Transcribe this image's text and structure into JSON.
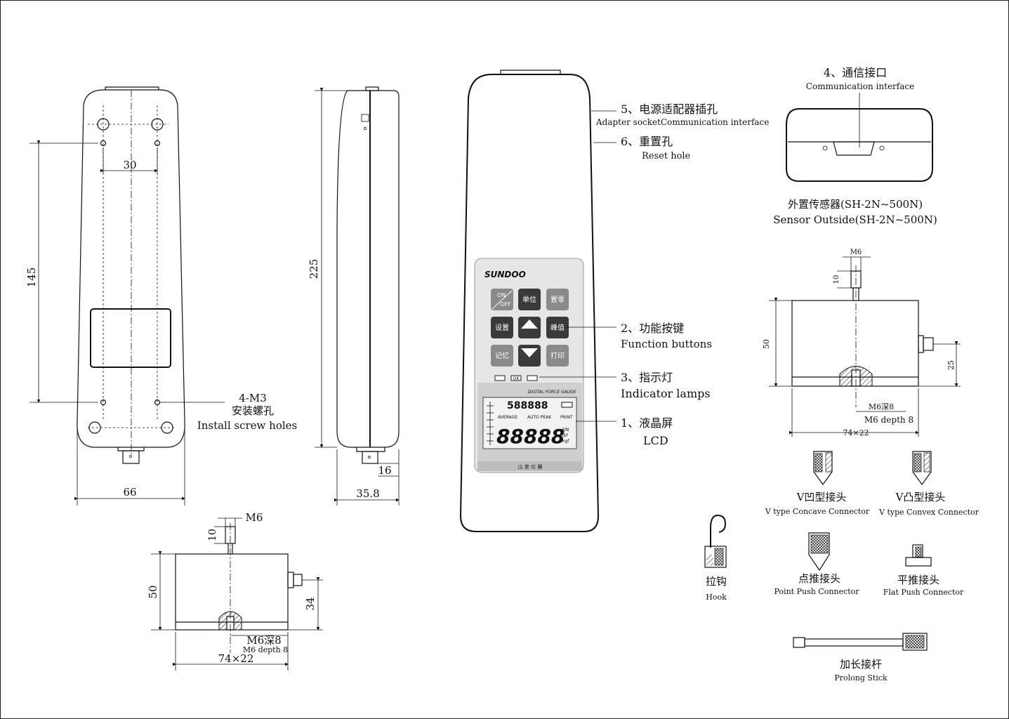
{
  "dims": {
    "front_width": "66",
    "front_height": "145",
    "hole_spacing": "30",
    "side_height": "225",
    "side_depth": "35.8",
    "connector_len": "16",
    "sensor_height": "50",
    "sensor_m6": "M6",
    "sensor_10": "10",
    "sensor_34": "34",
    "sensor_base": "74×22",
    "sensor_thread_cn": "M6深8",
    "sensor_thread_en": "M6 depth 8",
    "ext_m6": "M6",
    "ext_10": "10",
    "ext_50": "50",
    "ext_25": "25",
    "ext_base": "74×22",
    "ext_thread_cn": "M6深8",
    "ext_thread_en": "M6 depth 8"
  },
  "callouts": {
    "screw_title": "4-M3",
    "screw_cn": "安装螺孔",
    "screw_en": "Install screw holes",
    "adapter_cn": "5、电源适配器插孔",
    "adapter_en": "Adapter socketCommunication interface",
    "reset_cn": "6、重置孔",
    "reset_en": "Reset hole",
    "comm_cn": "4、通信接口",
    "comm_en": "Communication interface",
    "sensor_cn": "外置传感器(SH-2N~500N)",
    "sensor_en": "Sensor Outside(SH-2N~500N)",
    "func_cn": "2、功能按键",
    "func_en": "Function buttons",
    "lamp_cn": "3、指示灯",
    "lamp_en": "Indicator lamps",
    "lcd_cn": "1、液晶屏",
    "lcd_en": "LCD"
  },
  "device": {
    "brand": "SUNDOO",
    "btn_onoff_top": "ON",
    "btn_onoff_bottom": "OFF",
    "btn_unit": "单位",
    "btn_zero": "置零",
    "btn_setup": "设置",
    "btn_peak": "峰值",
    "btn_memory": "记忆",
    "btn_print": "打印",
    "lamp_ok": "OK",
    "lcd_title": "DIGITAL FORCE GAUGE",
    "lcd_top_digits": "588888",
    "lcd_average": "AVERAGE",
    "lcd_autopeak": "AUTO PEAK",
    "lcd_print": "PRINT",
    "lcd_main_digits": "88888",
    "lcd_unit_kn": "kN",
    "lcd_unit_lbf": "lbf",
    "lcd_unit_kgf": "kgf",
    "footer": "山 度 仪 器"
  },
  "accessories": {
    "concave_cn": "V凹型接头",
    "concave_en": "V type Concave Connector",
    "convex_cn": "V凸型接头",
    "convex_en": "V type Convex Connector",
    "hook_cn": "拉钩",
    "hook_en": "Hook",
    "point_cn": "点推接头",
    "point_en": "Point Push Connector",
    "flat_cn": "平推接头",
    "flat_en": "Flat Push Connector",
    "stick_cn": "加长接杆",
    "stick_en": "Prolong Stick"
  }
}
